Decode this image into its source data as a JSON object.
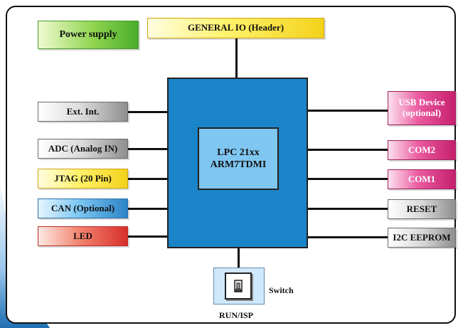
{
  "diagram": {
    "power_supply": "Power supply",
    "general_io": "GENERAL IO (Header)",
    "cpu_line1": "LPC 21xx",
    "cpu_line2": "ARM7TDMI",
    "left_blocks": [
      {
        "label": "Ext. Int.",
        "style": "gray"
      },
      {
        "label": "ADC (Analog IN)",
        "style": "gray"
      },
      {
        "label": "JTAG (20 Pin)",
        "style": "yellow"
      },
      {
        "label": "CAN (Optional)",
        "style": "blue"
      },
      {
        "label": "LED",
        "style": "red"
      }
    ],
    "right_blocks": [
      {
        "label_line1": "USB Device",
        "label_line2": "(optional)",
        "style": "pink"
      },
      {
        "label": "COM2",
        "style": "pink"
      },
      {
        "label": "COM1",
        "style": "pink"
      },
      {
        "label": "RESET",
        "style": "gray"
      },
      {
        "label": "I2C EEPROM",
        "style": "gray"
      }
    ],
    "switch_label": "Switch",
    "switch_caption": "RUN/ISP"
  },
  "colors": {
    "cpu_body": "#1a84c8",
    "cpu_core": "#7fc6f0",
    "frame": "#111111"
  }
}
